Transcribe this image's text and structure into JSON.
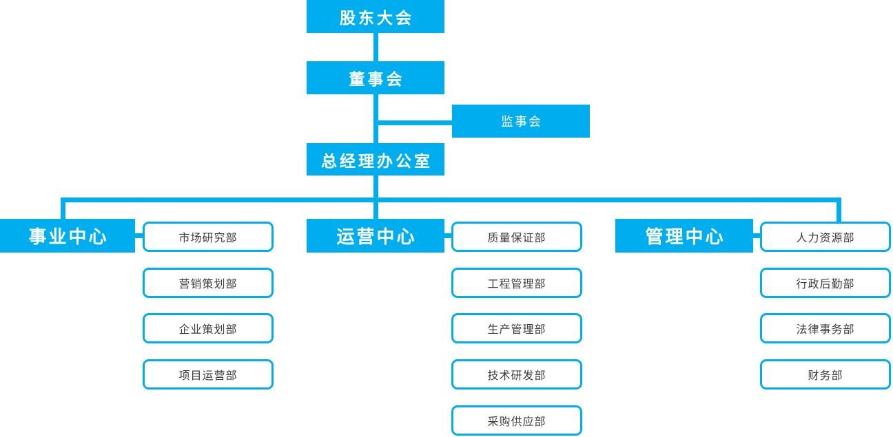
{
  "colors": {
    "accent": "#00aeef",
    "node_text": "#ffffff",
    "department_text": "#3d3d3d",
    "background": "#ffffff"
  },
  "org_chart": {
    "root": {
      "label": "股东大会"
    },
    "board": {
      "label": "董事会"
    },
    "supervisory": {
      "label": "监事会"
    },
    "gm_office": {
      "label": "总经理办公室"
    },
    "branches": [
      {
        "label": "事业中心",
        "departments": [
          "市场研究部",
          "营销策划部",
          "企业策划部",
          "项目运营部"
        ]
      },
      {
        "label": "运营中心",
        "departments": [
          "质量保证部",
          "工程管理部",
          "生产管理部",
          "技术研发部",
          "采购供应部"
        ]
      },
      {
        "label": "管理中心",
        "departments": [
          "人力资源部",
          "行政后勤部",
          "法律事务部",
          "财务部"
        ]
      }
    ]
  }
}
